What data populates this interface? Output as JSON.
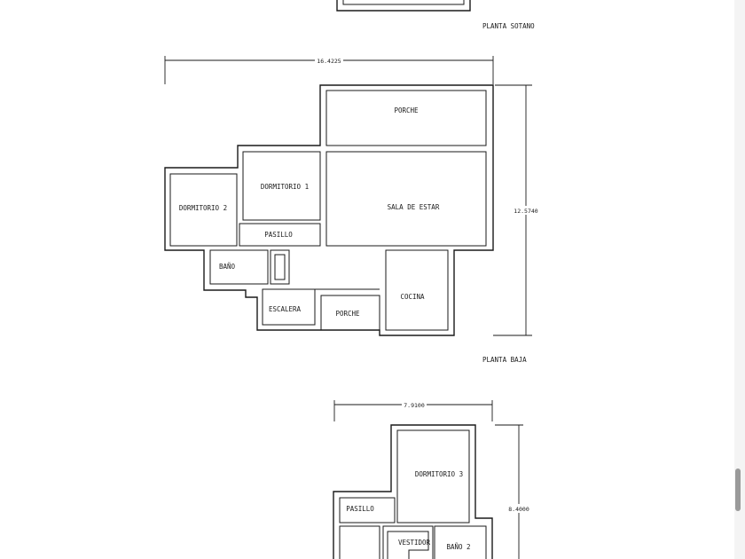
{
  "plans": {
    "sotano": {
      "title": "PLANTA SOTANO"
    },
    "baja": {
      "title": "PLANTA BAJA",
      "width_dim": "16.4225",
      "height_dim": "12.5740",
      "rooms": {
        "porche_top": "PORCHE",
        "dormitorio_1": "DORMITORIO 1",
        "dormitorio_2": "DORMITORIO 2",
        "sala": "SALA DE ESTAR",
        "pasillo": "PASILLO",
        "bano": "BAÑO",
        "escalera": "ESCALERA",
        "porche_bottom": "PORCHE",
        "cocina": "COCINA"
      }
    },
    "alta": {
      "width_dim": "7.9100",
      "height_dim": "8.4000",
      "rooms": {
        "dormitorio_3": "DORMITORIO 3",
        "pasillo": "PASILLO",
        "vestidor": "VESTIDOR",
        "bano_2": "BAÑO 2"
      }
    }
  }
}
